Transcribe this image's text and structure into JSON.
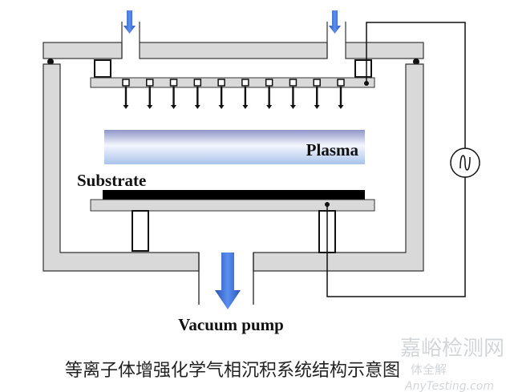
{
  "labels": {
    "plasma": "Plasma",
    "substrate": "Substrate",
    "vacuum_pump": "Vacuum pump"
  },
  "caption": "等离子体增强化学气相沉积系统结构示意图",
  "watermark": {
    "site": "嘉峪检测网",
    "domain": "AnyTesting.com",
    "account": "体全解"
  },
  "icons": {
    "rf_source": "ac-source-icon",
    "gas_inlet": "arrow-down-icon"
  },
  "colors": {
    "chamber_wall": "#d9d9d9",
    "arrow_blue": "#3a6fd8",
    "plasma_top": "#8e95c8",
    "plasma_mid": "#f4f6ff",
    "plasma_bottom": "#a9c3ea",
    "substrate": "#000000"
  },
  "nozzle_count": 10
}
